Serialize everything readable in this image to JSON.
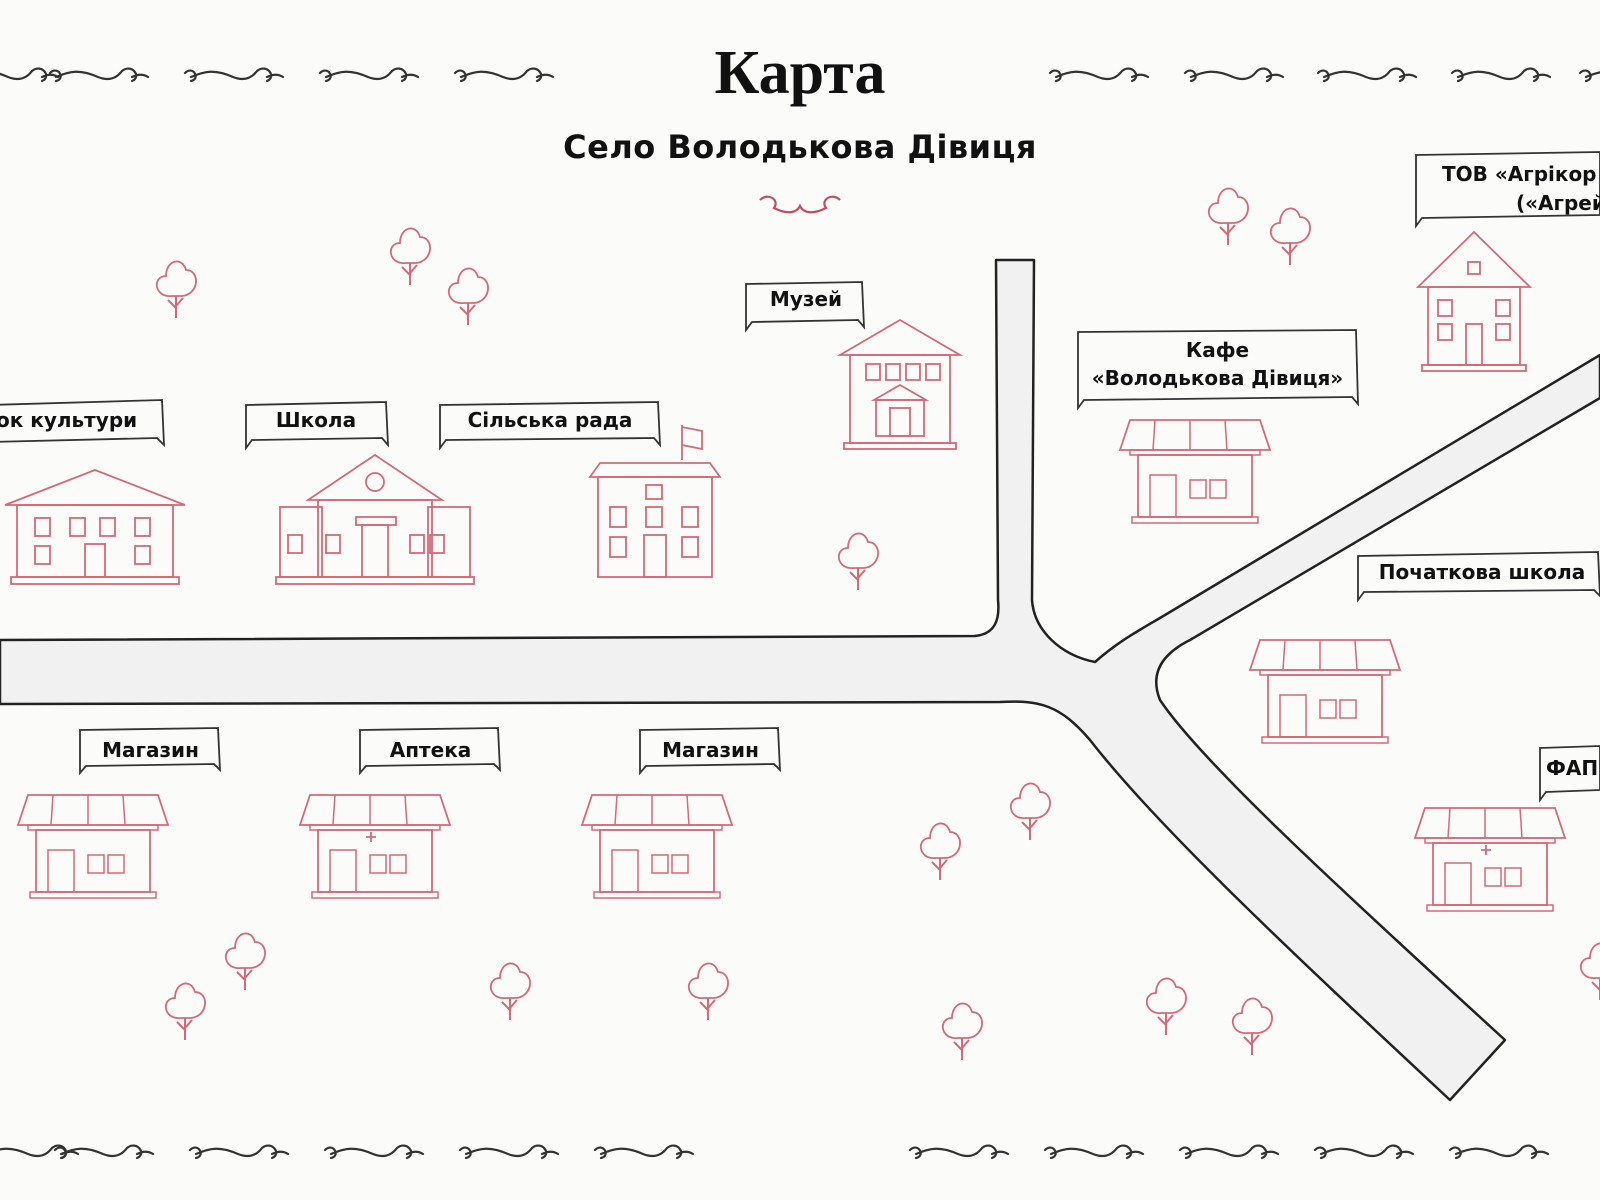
{
  "title": "Карта",
  "subtitle": "Село Володькова Дівиця",
  "places": {
    "house_of_culture": "ок культури",
    "school": "Школа",
    "village_council": "Сільська рада",
    "museum": "Музей",
    "cafe_line1": "Кафе",
    "cafe_line2": "«Володькова Дівиця»",
    "agricor_line1": "ТОВ «Агрікор Х",
    "agricor_line2": "(«Агрей",
    "primary_school": "Початкова школа",
    "shop_1": "Магазин",
    "pharmacy": "Аптека",
    "shop_2": "Магазин",
    "fap": "ФАП"
  },
  "colors": {
    "building_line": "#d46a78",
    "road_outline": "#222222",
    "road_fill": "#f1f1f1",
    "banner_line": "#333333"
  }
}
